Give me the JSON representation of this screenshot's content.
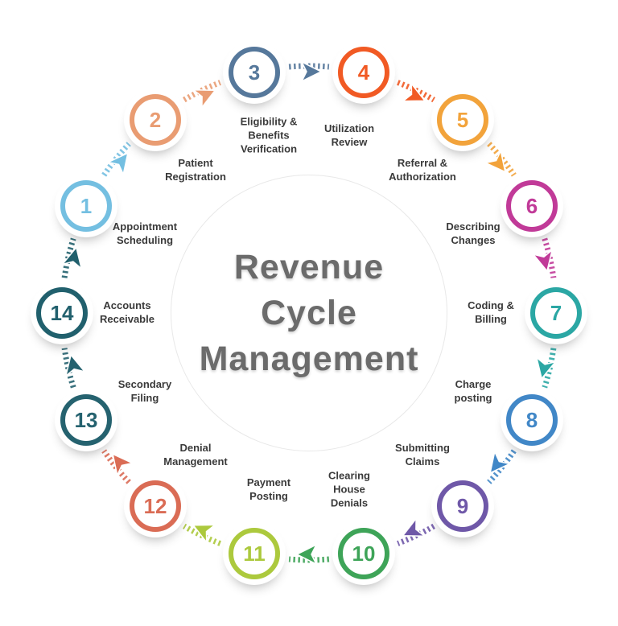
{
  "title": {
    "text": "Revenue\nCycle\nManagement"
  },
  "steps": [
    {
      "num": "1",
      "label": "Appointment\nScheduling",
      "color": "#74BFE1"
    },
    {
      "num": "2",
      "label": "Patient\nRegistration",
      "color": "#E99C72"
    },
    {
      "num": "3",
      "label": "Eligibility &\nBenefits\nVerification",
      "color": "#56789B"
    },
    {
      "num": "4",
      "label": "Utilization\nReview",
      "color": "#F15A24"
    },
    {
      "num": "5",
      "label": "Referral &\nAuthorization",
      "color": "#F2A33B"
    },
    {
      "num": "6",
      "label": "Describing\nChanges",
      "color": "#C13A98"
    },
    {
      "num": "7",
      "label": "Coding &\nBilling",
      "color": "#2BA7A4"
    },
    {
      "num": "8",
      "label": "Charge\nposting",
      "color": "#4187C7"
    },
    {
      "num": "9",
      "label": "Submitting\nClaims",
      "color": "#6F58A8"
    },
    {
      "num": "10",
      "label": "Clearing\nHouse\nDenials",
      "color": "#3EA458"
    },
    {
      "num": "11",
      "label": "Payment\nPosting",
      "color": "#ACC93D"
    },
    {
      "num": "12",
      "label": "Denial\nManagement",
      "color": "#DA6C55"
    },
    {
      "num": "13",
      "label": "Secondary\nFiling",
      "color": "#25626F"
    },
    {
      "num": "14",
      "label": "Accounts\nReceivable",
      "color": "#21606D"
    }
  ]
}
